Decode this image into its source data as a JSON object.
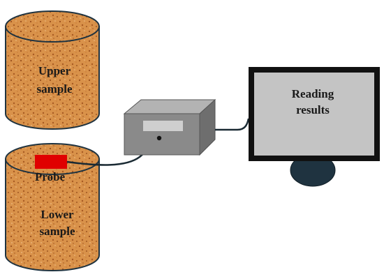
{
  "labels": {
    "upper_sample": [
      "Upper",
      "sample"
    ],
    "probe": "Probe",
    "lower_sample": [
      "Lower",
      "sample"
    ],
    "reading_results": [
      "Reading",
      "results"
    ]
  },
  "colors": {
    "cork": "#d9924a",
    "cork_speck_dark": "#9a4f1c",
    "cork_speck_light": "#f1c28a",
    "probe": "#e00000",
    "box_front": "#8a8a8a",
    "box_top": "#b3b3b3",
    "box_side": "#6e6e6e",
    "box_slot": "#cfcfcf",
    "monitor_frame": "#111111",
    "monitor_screen": "#c4c4c4",
    "monitor_stand": "#1f3340",
    "cable": "#1a2a33"
  }
}
